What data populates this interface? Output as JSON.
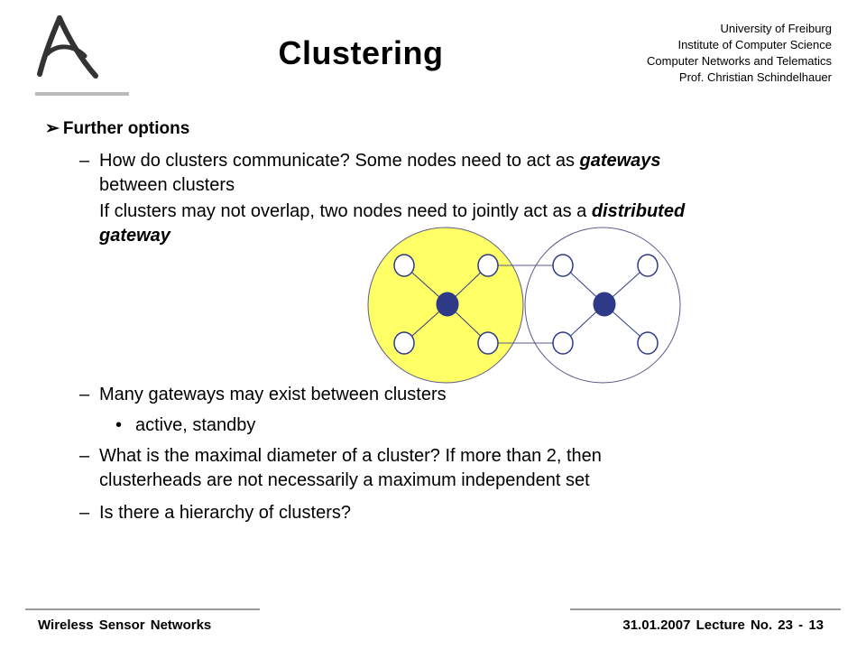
{
  "header": {
    "title": "Clustering",
    "affiliation": [
      "University of Freiburg",
      "Institute of Computer Science",
      "Computer Networks and Telematics",
      "Prof. Christian Schindelhauer"
    ]
  },
  "body": {
    "heading": "Further options",
    "items": [
      {
        "dash": "–",
        "p1": "How do clusters communicate? Some nodes need to act as ",
        "e1": "gateways",
        "p2": "between clusters",
        "p3": "If clusters may not overlap, two nodes need to jointly act as a ",
        "e2": "distributed",
        "e3": "gateway"
      },
      {
        "dash": "–",
        "text": "Many gateways may exist between clusters"
      },
      {
        "bullet": "•",
        "text": "active, standby"
      },
      {
        "dash": "–",
        "line1": "What is the maximal diameter of a cluster? If more than 2, then",
        "line2": "clusterheads are not necessarily a maximum independent set"
      },
      {
        "dash": "–",
        "text": "Is there a hierarchy of clusters?"
      }
    ]
  },
  "diagram": {
    "cluster_colors": {
      "left_fill": "#ffff66",
      "right_fill": "#ffffff",
      "circle_stroke": "#5a5a8c"
    },
    "clusterhead_color": "#2e3a87",
    "node_stroke": "#2e3a87"
  },
  "footer": {
    "left": "Wireless Sensor Networks",
    "right": "31.01.2007 Lecture No. 23 - 13"
  }
}
